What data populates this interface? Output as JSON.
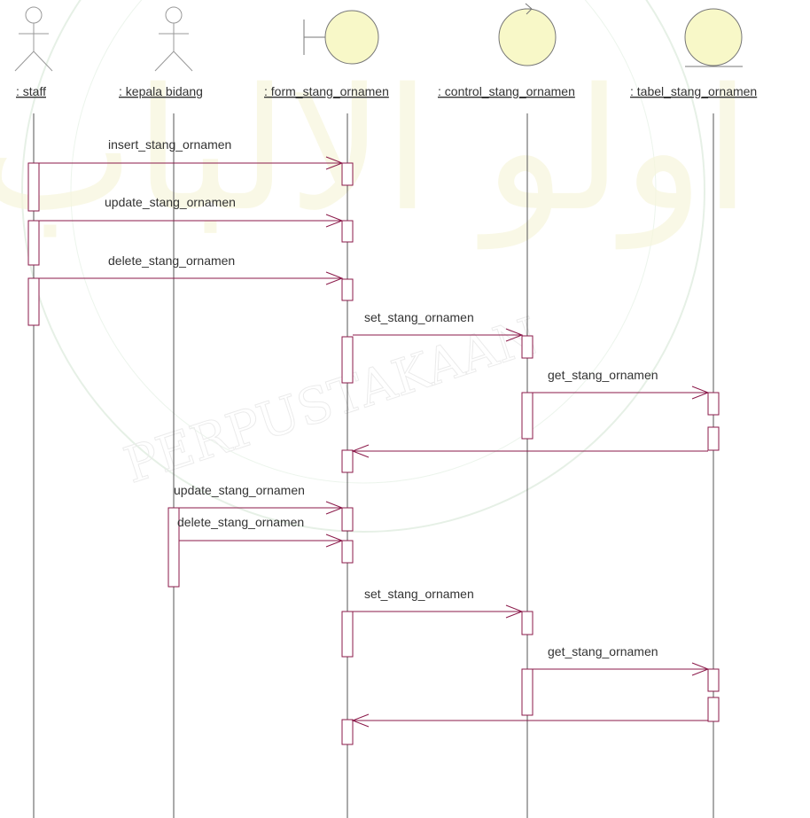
{
  "diagram": {
    "type": "sequence",
    "colors": {
      "message": "#8b1a4a",
      "label": "#333333",
      "object_fill": "#f8f8c8",
      "object_stroke": "#777777",
      "lifeline": "#555555"
    },
    "participants": [
      {
        "id": "staff",
        "kind": "actor",
        "label": ": staff"
      },
      {
        "id": "kepala",
        "kind": "actor",
        "label": ": kepala bidang"
      },
      {
        "id": "form",
        "kind": "boundary",
        "label": ": form_stang_ornamen"
      },
      {
        "id": "control",
        "kind": "control",
        "label": ": control_stang_ornamen"
      },
      {
        "id": "tabel",
        "kind": "entity",
        "label": ": tabel_stang_ornamen"
      }
    ],
    "messages": [
      {
        "from": "staff",
        "to": "form",
        "label": "insert_stang_ornamen"
      },
      {
        "from": "staff",
        "to": "form",
        "label": "update_stang_ornamen"
      },
      {
        "from": "staff",
        "to": "form",
        "label": "delete_stang_ornamen"
      },
      {
        "from": "form",
        "to": "control",
        "label": "set_stang_ornamen"
      },
      {
        "from": "control",
        "to": "tabel",
        "label": "get_stang_ornamen"
      },
      {
        "from": "tabel",
        "to": "form",
        "label": ""
      },
      {
        "from": "kepala",
        "to": "form",
        "label": "update_stang_ornamen"
      },
      {
        "from": "kepala",
        "to": "form",
        "label": "delete_stang_ornamen"
      },
      {
        "from": "form",
        "to": "control",
        "label": "set_stang_ornamen"
      },
      {
        "from": "control",
        "to": "tabel",
        "label": "get_stang_ornamen"
      },
      {
        "from": "tabel",
        "to": "form",
        "label": ""
      }
    ],
    "watermark": {
      "text": "PERPUSTAKAAN",
      "arabic": "اولو الالباب"
    }
  }
}
